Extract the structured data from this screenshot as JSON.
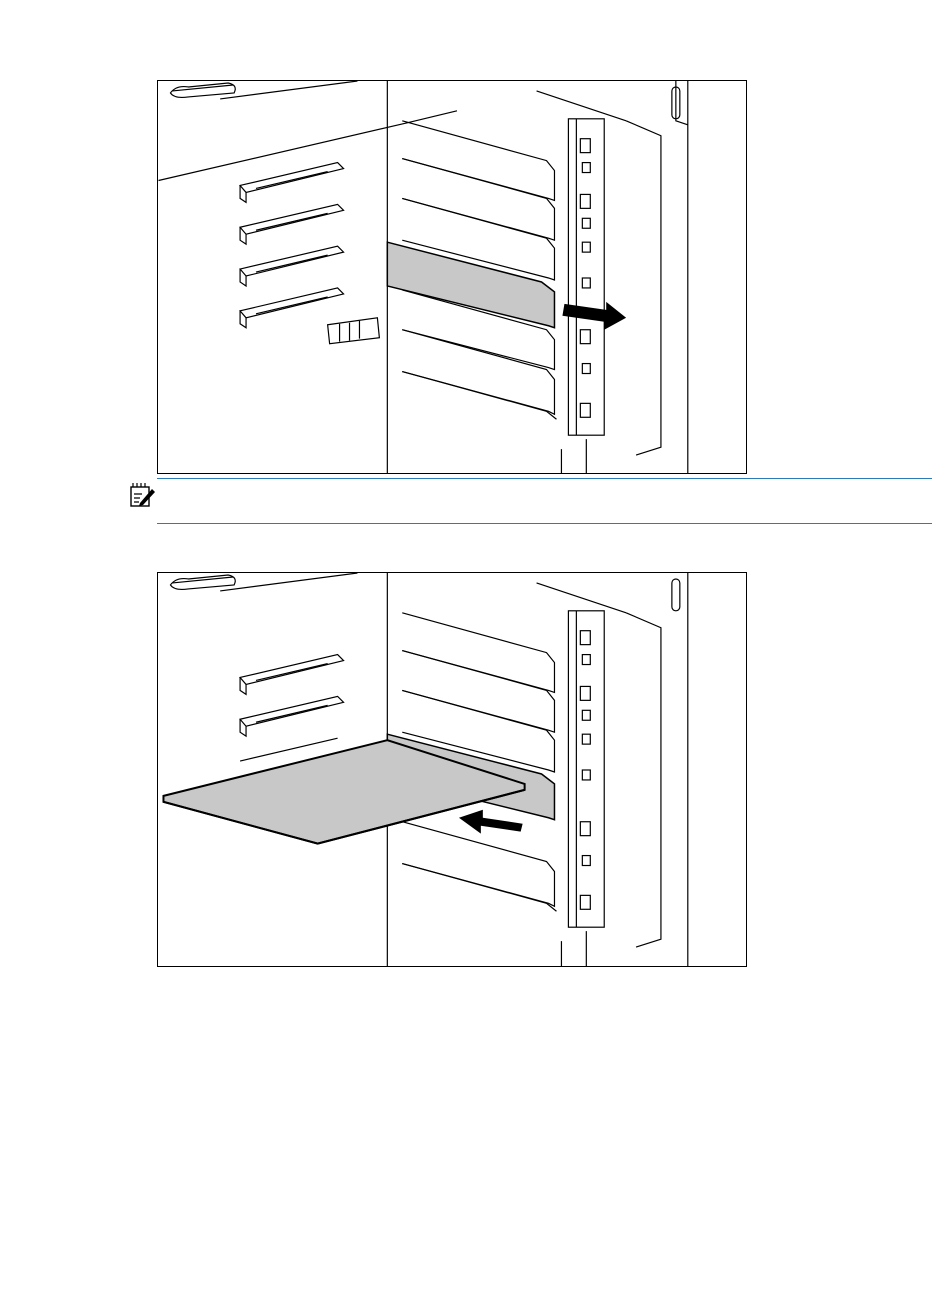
{
  "figures": [
    {
      "name": "remove-expansion-slot-cover",
      "arrow_direction": "right"
    },
    {
      "name": "install-expansion-board",
      "arrow_direction": "left"
    }
  ],
  "note": {
    "icon": "note-pencil-icon",
    "text": ""
  },
  "colors": {
    "rule": "#2a7bb8",
    "fill_gray": "#c8c8c8",
    "line": "#000000"
  }
}
